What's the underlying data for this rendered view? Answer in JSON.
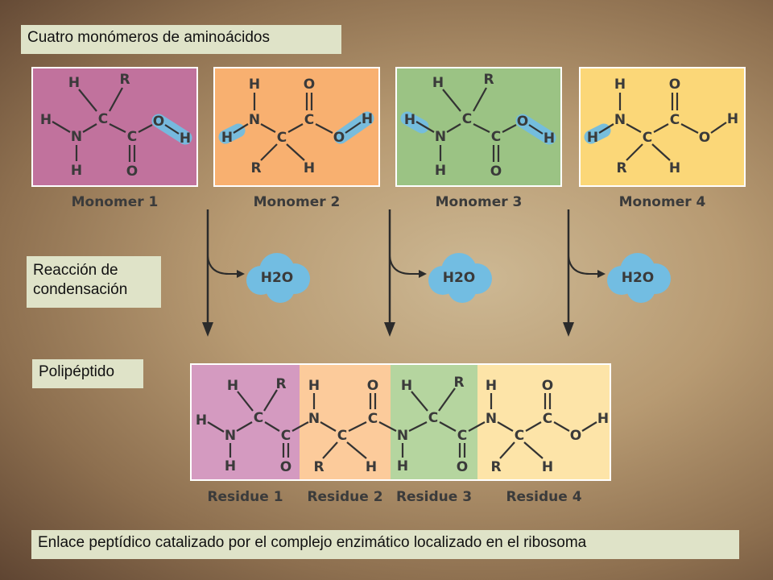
{
  "labels": {
    "top": "Cuatro monómeros de aminoácidos",
    "reaction_line1": "Reacción de",
    "reaction_line2": "condensación",
    "polypeptide": "Polipéptido",
    "bottom": "Enlace peptídico catalizado por el complejo enzimático localizado en el ribosoma"
  },
  "monomers": [
    {
      "caption": "Monomer 1",
      "color": "#c1729d",
      "type": "R-top"
    },
    {
      "caption": "Monomer 2",
      "color": "#f8b070",
      "type": "N-top"
    },
    {
      "caption": "Monomer 3",
      "color": "#9bc384",
      "type": "R-top"
    },
    {
      "caption": "Monomer 4",
      "color": "#fbd778",
      "type": "N-top"
    }
  ],
  "residues": [
    {
      "caption": "Residue 1",
      "color": "#d49ac0"
    },
    {
      "caption": "Residue 2",
      "color": "#fccb9b"
    },
    {
      "caption": "Residue 3",
      "color": "#b5d59f"
    },
    {
      "caption": "Residue 4",
      "color": "#fde4a8"
    }
  ],
  "water": {
    "label": "H2O",
    "color": "#72bde2"
  },
  "atoms": {
    "H": "H",
    "R": "R",
    "C": "C",
    "N": "N",
    "O": "O"
  }
}
